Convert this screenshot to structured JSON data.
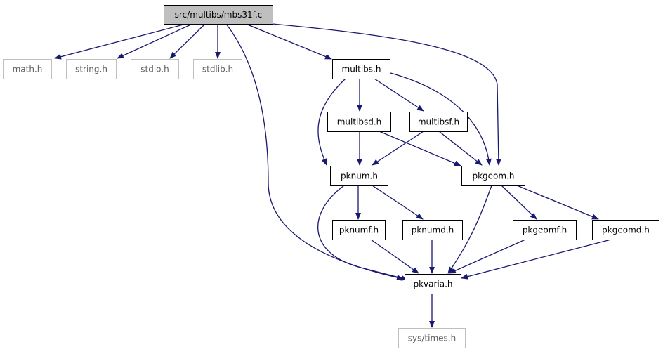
{
  "graph": {
    "colors": {
      "edge": "#191970",
      "root_fill": "#bfbfbf",
      "external_border": "#bfbfbf",
      "node_border": "#000000"
    },
    "nodes": [
      {
        "id": "mbs31f_c",
        "label": "src/multibs/mbs31f.c",
        "kind": "root"
      },
      {
        "id": "math_h",
        "label": "math.h",
        "kind": "system"
      },
      {
        "id": "string_h",
        "label": "string.h",
        "kind": "system"
      },
      {
        "id": "stdio_h",
        "label": "stdio.h",
        "kind": "system"
      },
      {
        "id": "stdlib_h",
        "label": "stdlib.h",
        "kind": "system"
      },
      {
        "id": "multibs_h",
        "label": "multibs.h",
        "kind": "local"
      },
      {
        "id": "multibsd_h",
        "label": "multibsd.h",
        "kind": "local"
      },
      {
        "id": "multibsf_h",
        "label": "multibsf.h",
        "kind": "local"
      },
      {
        "id": "pknum_h",
        "label": "pknum.h",
        "kind": "local"
      },
      {
        "id": "pkgeom_h",
        "label": "pkgeom.h",
        "kind": "local"
      },
      {
        "id": "pknumf_h",
        "label": "pknumf.h",
        "kind": "local"
      },
      {
        "id": "pknumd_h",
        "label": "pknumd.h",
        "kind": "local"
      },
      {
        "id": "pkgeomf_h",
        "label": "pkgeomf.h",
        "kind": "local"
      },
      {
        "id": "pkgeomd_h",
        "label": "pkgeomd.h",
        "kind": "local"
      },
      {
        "id": "pkvaria_h",
        "label": "pkvaria.h",
        "kind": "local"
      },
      {
        "id": "sys_times_h",
        "label": "sys/times.h",
        "kind": "system"
      }
    ],
    "edges": [
      {
        "from": "mbs31f_c",
        "to": "math_h"
      },
      {
        "from": "mbs31f_c",
        "to": "string_h"
      },
      {
        "from": "mbs31f_c",
        "to": "stdio_h"
      },
      {
        "from": "mbs31f_c",
        "to": "stdlib_h"
      },
      {
        "from": "mbs31f_c",
        "to": "multibs_h"
      },
      {
        "from": "mbs31f_c",
        "to": "pkgeom_h"
      },
      {
        "from": "mbs31f_c",
        "to": "pkvaria_h"
      },
      {
        "from": "multibs_h",
        "to": "multibsd_h"
      },
      {
        "from": "multibs_h",
        "to": "multibsf_h"
      },
      {
        "from": "multibs_h",
        "to": "pknum_h"
      },
      {
        "from": "multibs_h",
        "to": "pkgeom_h"
      },
      {
        "from": "multibsd_h",
        "to": "pknum_h"
      },
      {
        "from": "multibsd_h",
        "to": "pkgeom_h"
      },
      {
        "from": "multibsf_h",
        "to": "pknum_h"
      },
      {
        "from": "multibsf_h",
        "to": "pkgeom_h"
      },
      {
        "from": "pknum_h",
        "to": "pknumf_h"
      },
      {
        "from": "pknum_h",
        "to": "pknumd_h"
      },
      {
        "from": "pknum_h",
        "to": "pkvaria_h"
      },
      {
        "from": "pkgeom_h",
        "to": "pkgeomf_h"
      },
      {
        "from": "pkgeom_h",
        "to": "pkgeomd_h"
      },
      {
        "from": "pkgeom_h",
        "to": "pkvaria_h"
      },
      {
        "from": "pknumf_h",
        "to": "pkvaria_h"
      },
      {
        "from": "pknumd_h",
        "to": "pkvaria_h"
      },
      {
        "from": "pkgeomf_h",
        "to": "pkvaria_h"
      },
      {
        "from": "pkgeomd_h",
        "to": "pkvaria_h"
      },
      {
        "from": "pkvaria_h",
        "to": "sys_times_h"
      }
    ]
  }
}
